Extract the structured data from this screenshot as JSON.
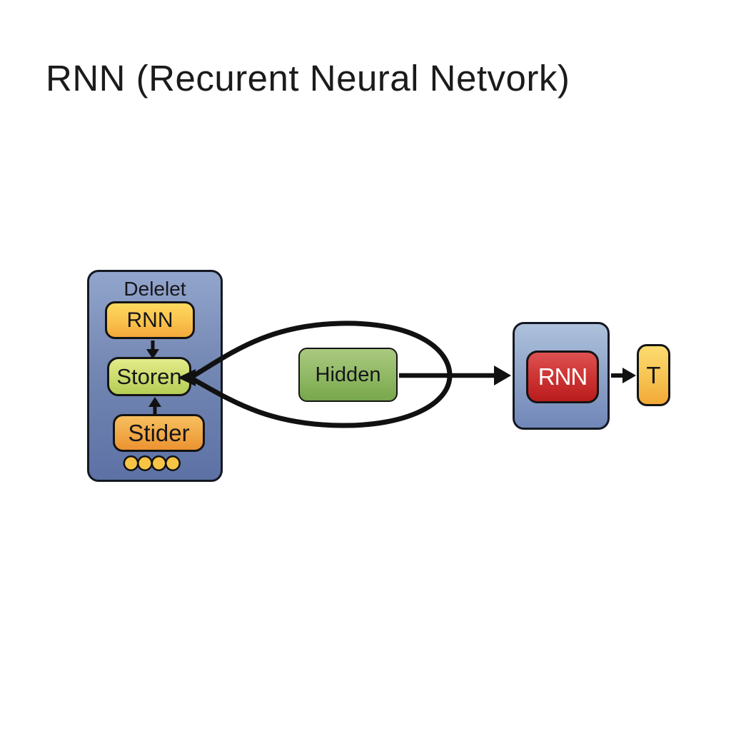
{
  "title": "RNN (Recurent Neural Netvork)",
  "left_panel": {
    "label": "Delelet",
    "items": {
      "rnn": "RNN",
      "storen": "Storen",
      "stider": "Stider"
    },
    "dot_count": 4
  },
  "hidden_label": "Hidden",
  "right_panel": {
    "rnn": "RNN"
  },
  "output_label": "T",
  "colors": {
    "canvas": "#ffffff",
    "left_panel_blue_top": "#92a5cc",
    "left_panel_blue_bottom": "#5d71a5",
    "right_panel_blue_top": "#aec1dc",
    "right_panel_blue_bottom": "#7187b8",
    "yellow_box_top": "#fdd95f",
    "yellow_box_bottom": "#f4a93c",
    "yellowgreen_box_top": "#e3eb8a",
    "yellowgreen_box_bottom": "#b5cd55",
    "orange_box_top": "#f7bf60",
    "orange_box_bottom": "#ec9330",
    "green_box_top": "#aac980",
    "green_box_bottom": "#78a74c",
    "red_box_top": "#de5151",
    "red_box_bottom": "#ba1c1c",
    "gold_box_top": "#fcdb70",
    "gold_box_bottom": "#f2a937",
    "dot_fill": "#f7c445",
    "line": "#111111",
    "text": "#1b1b1b",
    "text_inverse": "#ffffff"
  }
}
